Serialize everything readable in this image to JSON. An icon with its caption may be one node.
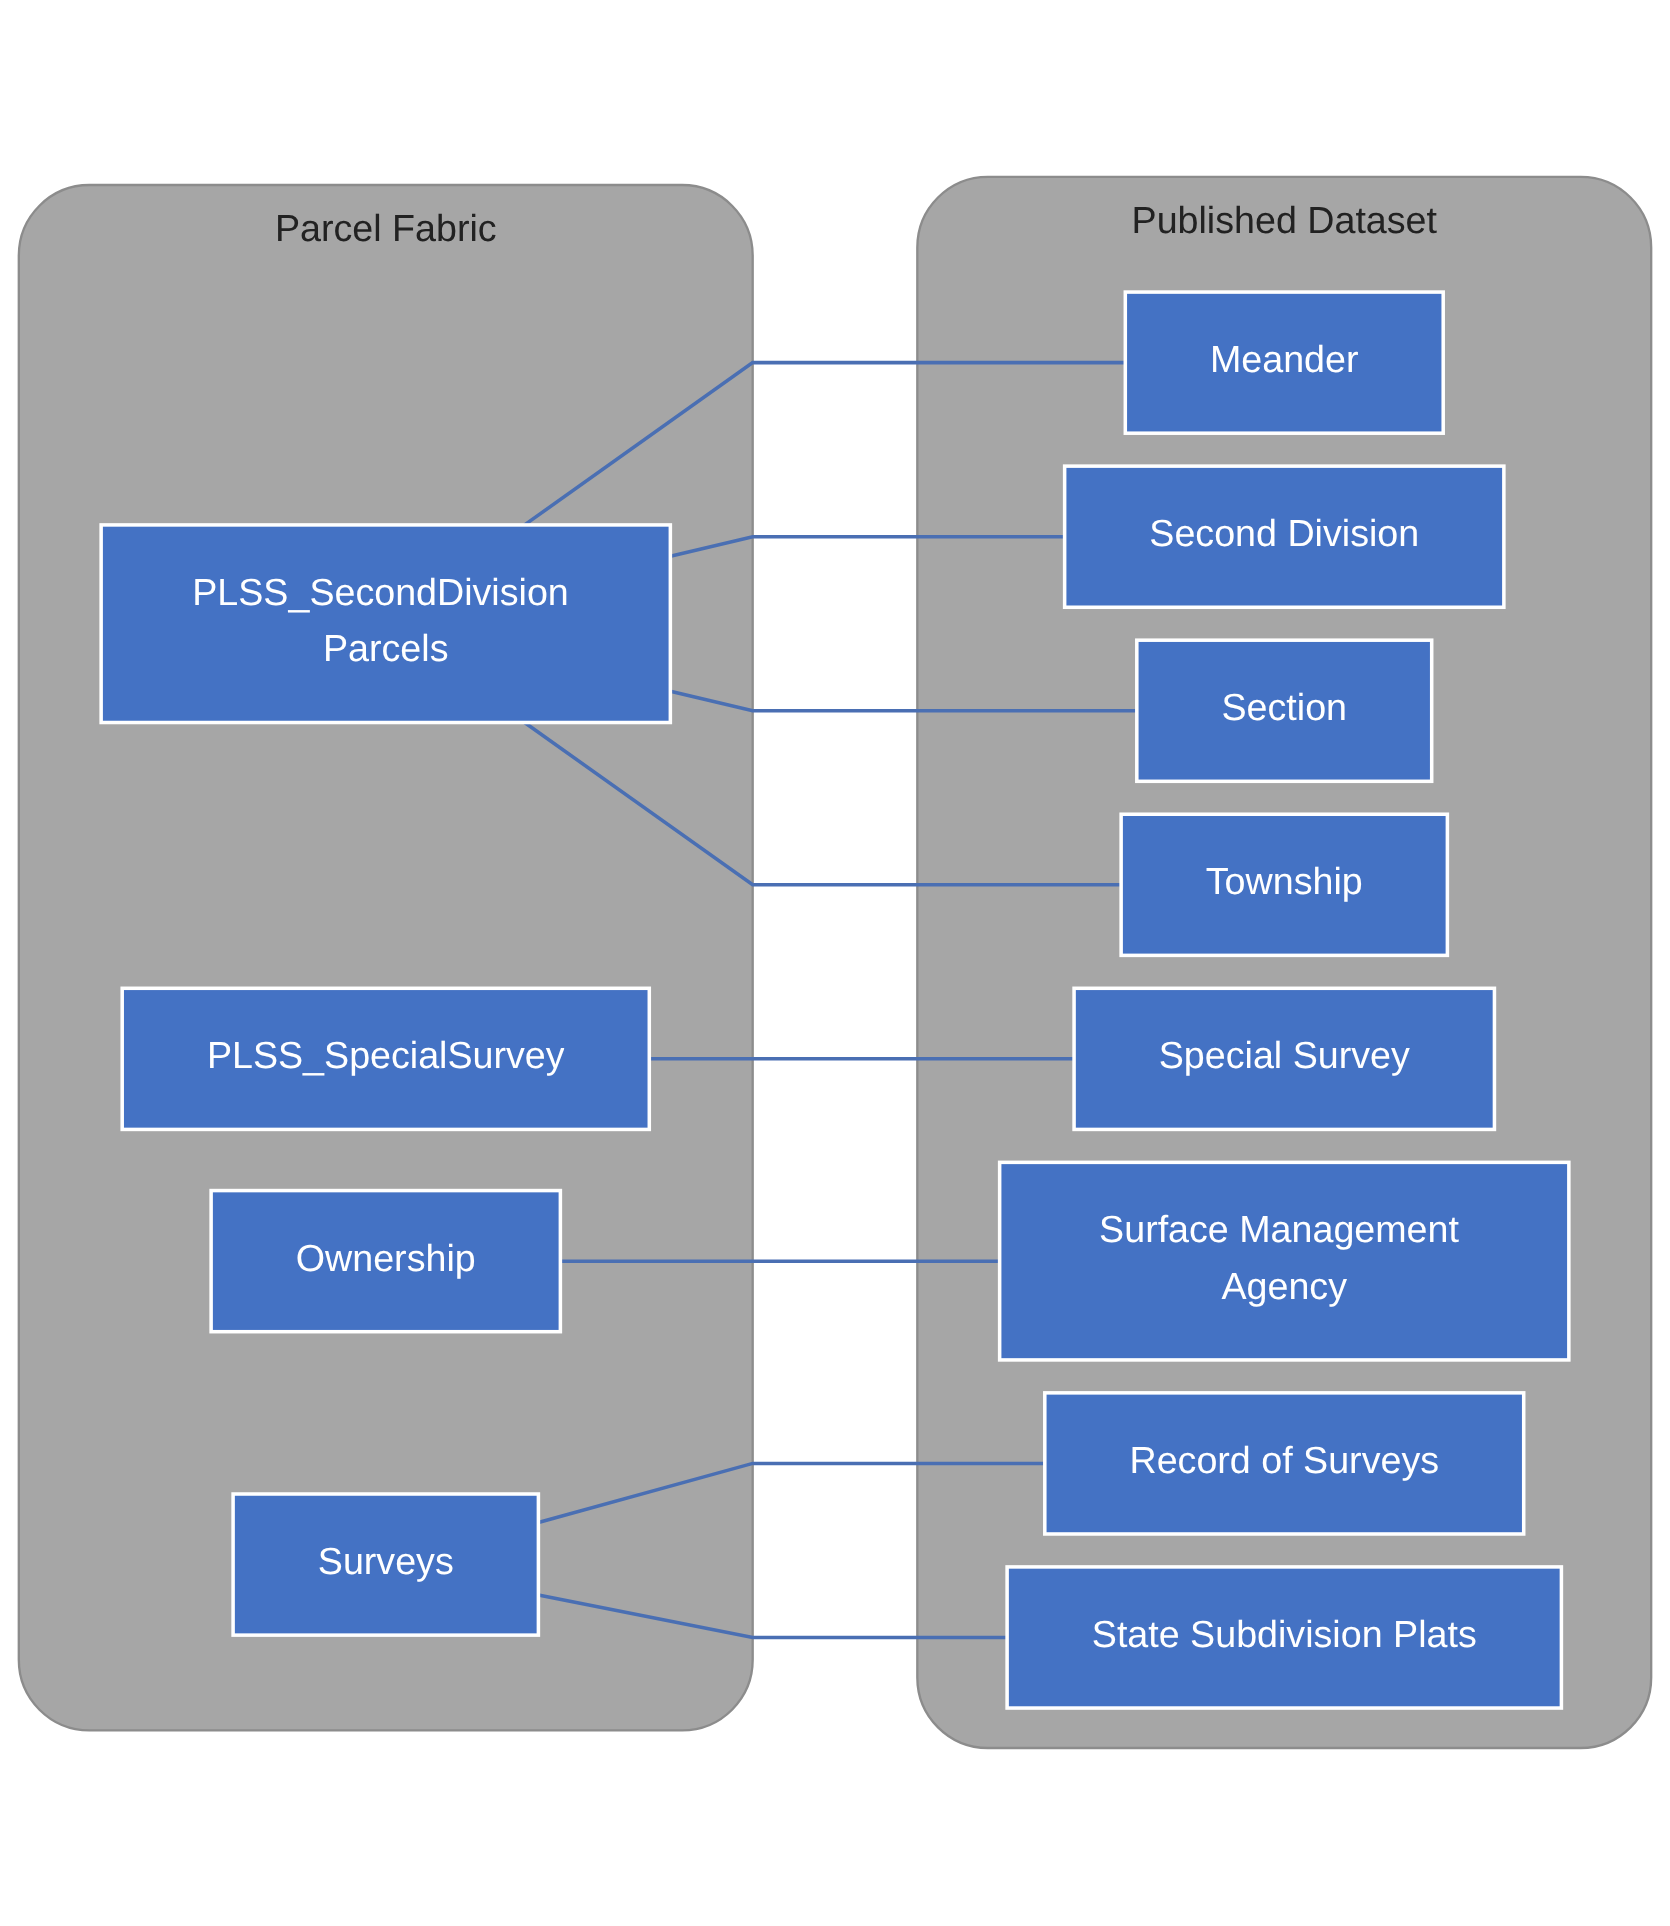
{
  "diagram": {
    "nodes": [
      {
        "text": [
          "Parcel Fabric"
        ]
      },
      {
        "text": [
          "PLSS_SecondDivision Parcels"
        ],
        "in": 0
      },
      {
        "text": [
          "PLSS_SpecialSurvey"
        ],
        "in": 0
      },
      {
        "text": [
          "Ownership"
        ],
        "in": 0
      },
      {
        "text": [
          "Surveys"
        ],
        "in": 0
      },
      {
        "text": [
          "Published Dataset"
        ]
      },
      {
        "text": [
          "Meander"
        ],
        "in": 5
      },
      {
        "text": [
          "Second Division"
        ],
        "in": 5
      },
      {
        "text": [
          "Section"
        ],
        "in": 5
      },
      {
        "text": [
          "Township"
        ],
        "in": 5
      },
      {
        "text": [
          "Special Survey"
        ],
        "in": 5
      },
      {
        "text": [
          "Surface Management Agency"
        ],
        "in": 5
      },
      {
        "text": [
          "Record of Surveys"
        ],
        "in": 5
      },
      {
        "text": [
          "State Subdivision Plats"
        ],
        "in": 5
      }
    ],
    "edges": [
      {
        "from": 1,
        "to": 6,
        "arrow": "none"
      },
      {
        "from": 1,
        "to": 7,
        "arrow": "none"
      },
      {
        "from": 1,
        "to": 8,
        "arrow": "none"
      },
      {
        "from": 1,
        "to": 9,
        "arrow": "none"
      },
      {
        "from": 2,
        "to": 10,
        "arrow": "none"
      },
      {
        "from": 3,
        "to": 11,
        "arrow": "none"
      },
      {
        "from": 4,
        "to": 12,
        "arrow": "none"
      },
      {
        "from": 4,
        "to": 13,
        "arrow": "none"
      }
    ]
  }
}
